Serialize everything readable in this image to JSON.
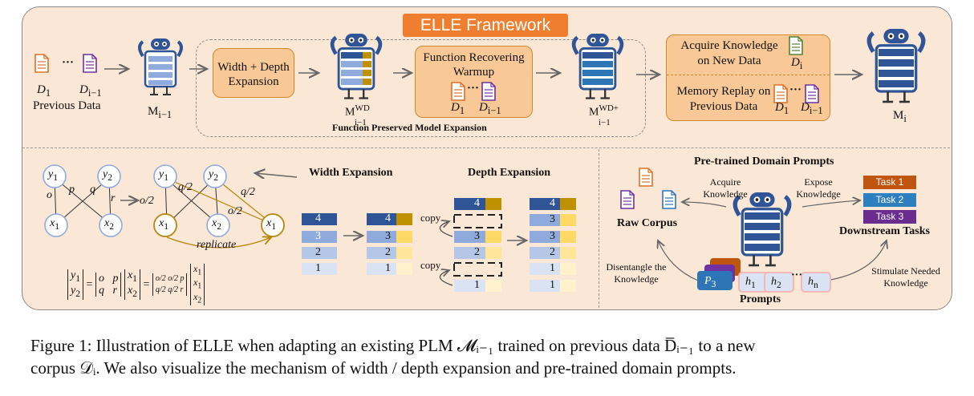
{
  "title": "ELLE Framework",
  "top": {
    "d1": "D",
    "d1_sub": "1",
    "dots": "···",
    "dim1": "D",
    "dim1_sub": "i−1",
    "previous_data": "Previous Data",
    "model_prev": "M",
    "model_prev_sub": "i−1",
    "width_depth": "Width + Depth Expansion",
    "model_wd": "M",
    "model_wd_sup": "WD",
    "model_wd_sub": "i−1",
    "function_warmup": "Function Recovering Warmup",
    "model_wdp": "M",
    "model_wdp_sup": "WD+",
    "model_wdp_sub": "i−1",
    "fpme": "Function Preserved Model Expansion",
    "acquire": "Acquire Knowledge on New Data",
    "di": "D",
    "di_sub": "i",
    "memory_replay": "Memory Replay on Previous Data",
    "model_final": "M",
    "model_final_sub": "i"
  },
  "width_expansion": {
    "title": "Width Expansion",
    "y1": "y",
    "y1_sub": "1",
    "y2": "y",
    "y2_sub": "2",
    "x1": "x",
    "x1_sub": "1",
    "x2": "x",
    "x2_sub": "2",
    "o": "o",
    "p": "p",
    "q": "q",
    "r": "r",
    "o2": "o/2",
    "q2": "q/2",
    "replicate": "replicate"
  },
  "depth_expansion": {
    "title": "Depth Expansion",
    "copy": "copy",
    "layers": [
      "4",
      "3",
      "2",
      "1"
    ]
  },
  "prompts_panel": {
    "title": "Pre-trained Domain Prompts",
    "acquire": "Acquire Knowledge",
    "expose": "Expose Knowledge",
    "raw_corpus": "Raw Corpus",
    "tasks": [
      {
        "label": "Task 1",
        "color": "#c0550f"
      },
      {
        "label": "Task 2",
        "color": "#2e7fbf"
      },
      {
        "label": "Task 3",
        "color": "#6a2d8f"
      }
    ],
    "downstream": "Downstream Tasks",
    "disentangle": "Disentangle the Knowledge",
    "stimulate": "Stimulate Needed Knowledge",
    "p3": "P",
    "p3_sub": "3",
    "h1": "h",
    "h1_sub": "1",
    "h2": "h",
    "h2_sub": "2",
    "hn": "h",
    "hn_sub": "n",
    "prompts": "Prompts"
  },
  "caption": {
    "line1": "Figure 1: Illustration of ELLE when adapting an existing PLM 𝓜ᵢ₋₁ trained on previous data D̅ᵢ₋₁ to a new",
    "line2": "corpus 𝒟ᵢ. We also visualize the mechanism of width / depth expansion and pre-trained domain prompts."
  },
  "colors": {
    "panel": "#fbe7d6",
    "accent_orange": "#ef7f2f",
    "robot_blue": "#2f5597",
    "layer_blue": "#8faadc",
    "layer_gold": "#bf9000"
  }
}
